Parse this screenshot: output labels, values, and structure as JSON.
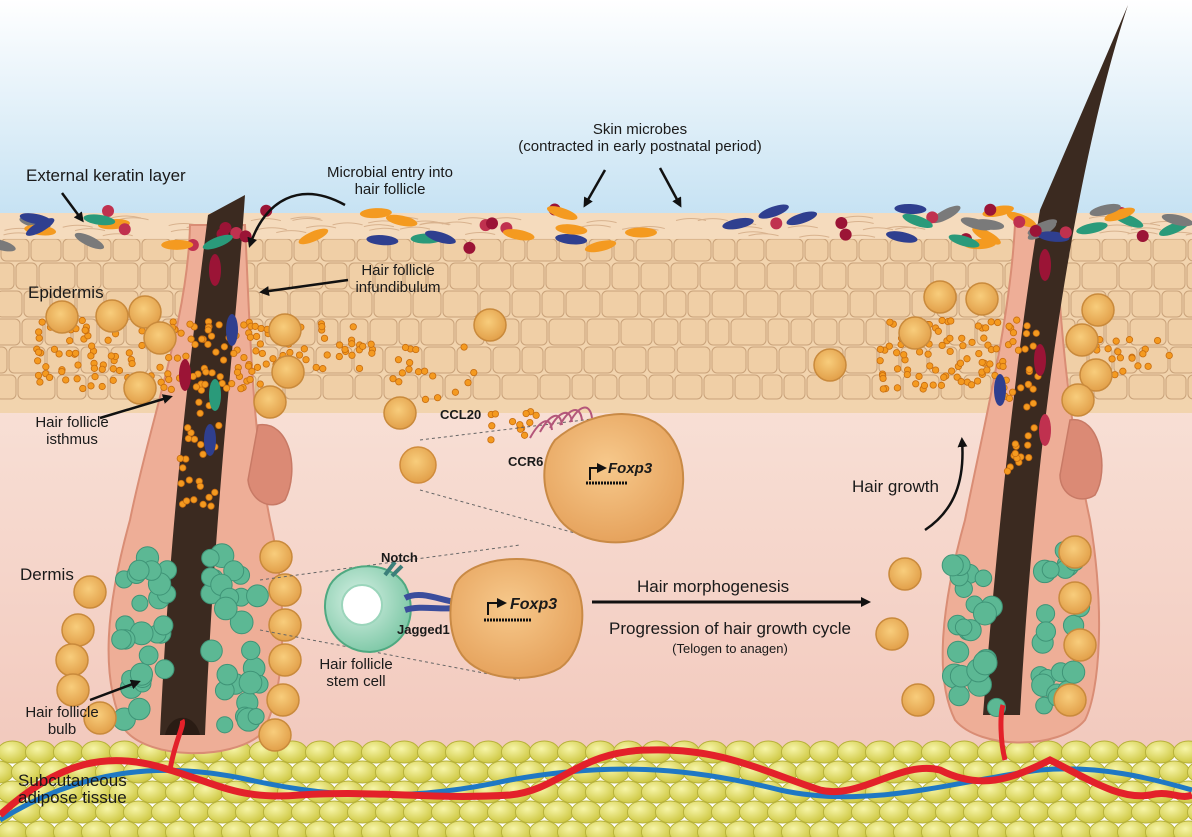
{
  "labels": {
    "external_keratin_layer": "External keratin layer",
    "microbial_entry_line1": "Microbial entry into",
    "microbial_entry_line2": "hair follicle",
    "skin_microbes_line1": "Skin microbes",
    "skin_microbes_line2": "(contracted in early postnatal period)",
    "epidermis": "Epidermis",
    "infundibulum_line1": "Hair follicle",
    "infundibulum_line2": "infundibulum",
    "isthmus_line1": "Hair follicle",
    "isthmus_line2": "isthmus",
    "ccl20": "CCL20",
    "ccr6": "CCR6",
    "foxp3": "Foxp3",
    "hair_growth": "Hair growth",
    "dermis": "Dermis",
    "notch": "Notch",
    "jagged1": "Jagged1",
    "stem_cell_line1": "Hair follicle",
    "stem_cell_line2": "stem cell",
    "hair_morphogenesis": "Hair morphogenesis",
    "progression": "Progression of hair growth cycle",
    "telogen": "(Telogen to anagen)",
    "bulb_line1": "Hair follicle",
    "bulb_line2": "bulb",
    "subcutaneous_line1": "Subcutaneous",
    "subcutaneous_line2": "adipose tissue"
  },
  "colors": {
    "sky": "#c9e3f2",
    "epidermis_tile": "#f0cfa6",
    "epidermis_line": "#c9a27a",
    "dermis": "#f6d6cc",
    "follicle": "#e9a48d",
    "hair_shaft": "#3b2a20",
    "treg_cell": "#eeb257",
    "stem_cell": "#5cb894",
    "adipose": "#ece86a",
    "artery": "#e3212a",
    "vein": "#1f78c4",
    "chemokine": "#f49a20"
  }
}
